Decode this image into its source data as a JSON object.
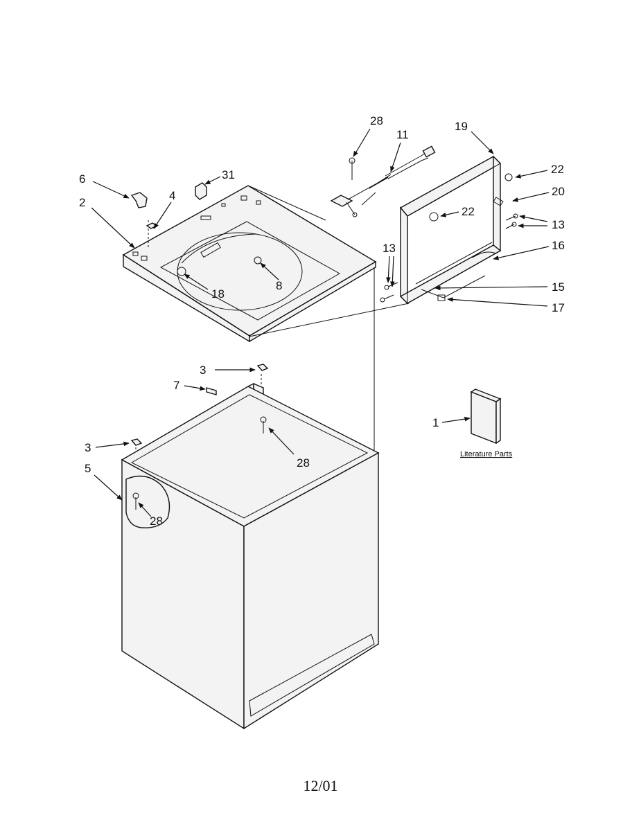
{
  "diagram": {
    "callouts": [
      {
        "id": "c6",
        "label": "6"
      },
      {
        "id": "c2",
        "label": "2"
      },
      {
        "id": "c4",
        "label": "4"
      },
      {
        "id": "c31",
        "label": "31"
      },
      {
        "id": "c18",
        "label": "18"
      },
      {
        "id": "c8",
        "label": "8"
      },
      {
        "id": "c28a",
        "label": "28"
      },
      {
        "id": "c11",
        "label": "11"
      },
      {
        "id": "c19",
        "label": "19"
      },
      {
        "id": "c22a",
        "label": "22"
      },
      {
        "id": "c20",
        "label": "20"
      },
      {
        "id": "c22b",
        "label": "22"
      },
      {
        "id": "c13a",
        "label": "13"
      },
      {
        "id": "c13b",
        "label": "13"
      },
      {
        "id": "c16",
        "label": "16"
      },
      {
        "id": "c15",
        "label": "15"
      },
      {
        "id": "c17",
        "label": "17"
      },
      {
        "id": "c3a",
        "label": "3"
      },
      {
        "id": "c7",
        "label": "7"
      },
      {
        "id": "c28b",
        "label": "28"
      },
      {
        "id": "c3b",
        "label": "3"
      },
      {
        "id": "c5",
        "label": "5"
      },
      {
        "id": "c28c",
        "label": "28"
      },
      {
        "id": "c1",
        "label": "1"
      }
    ],
    "literature_label": "Literature Parts"
  },
  "footer": {
    "date_code": "12/01"
  }
}
